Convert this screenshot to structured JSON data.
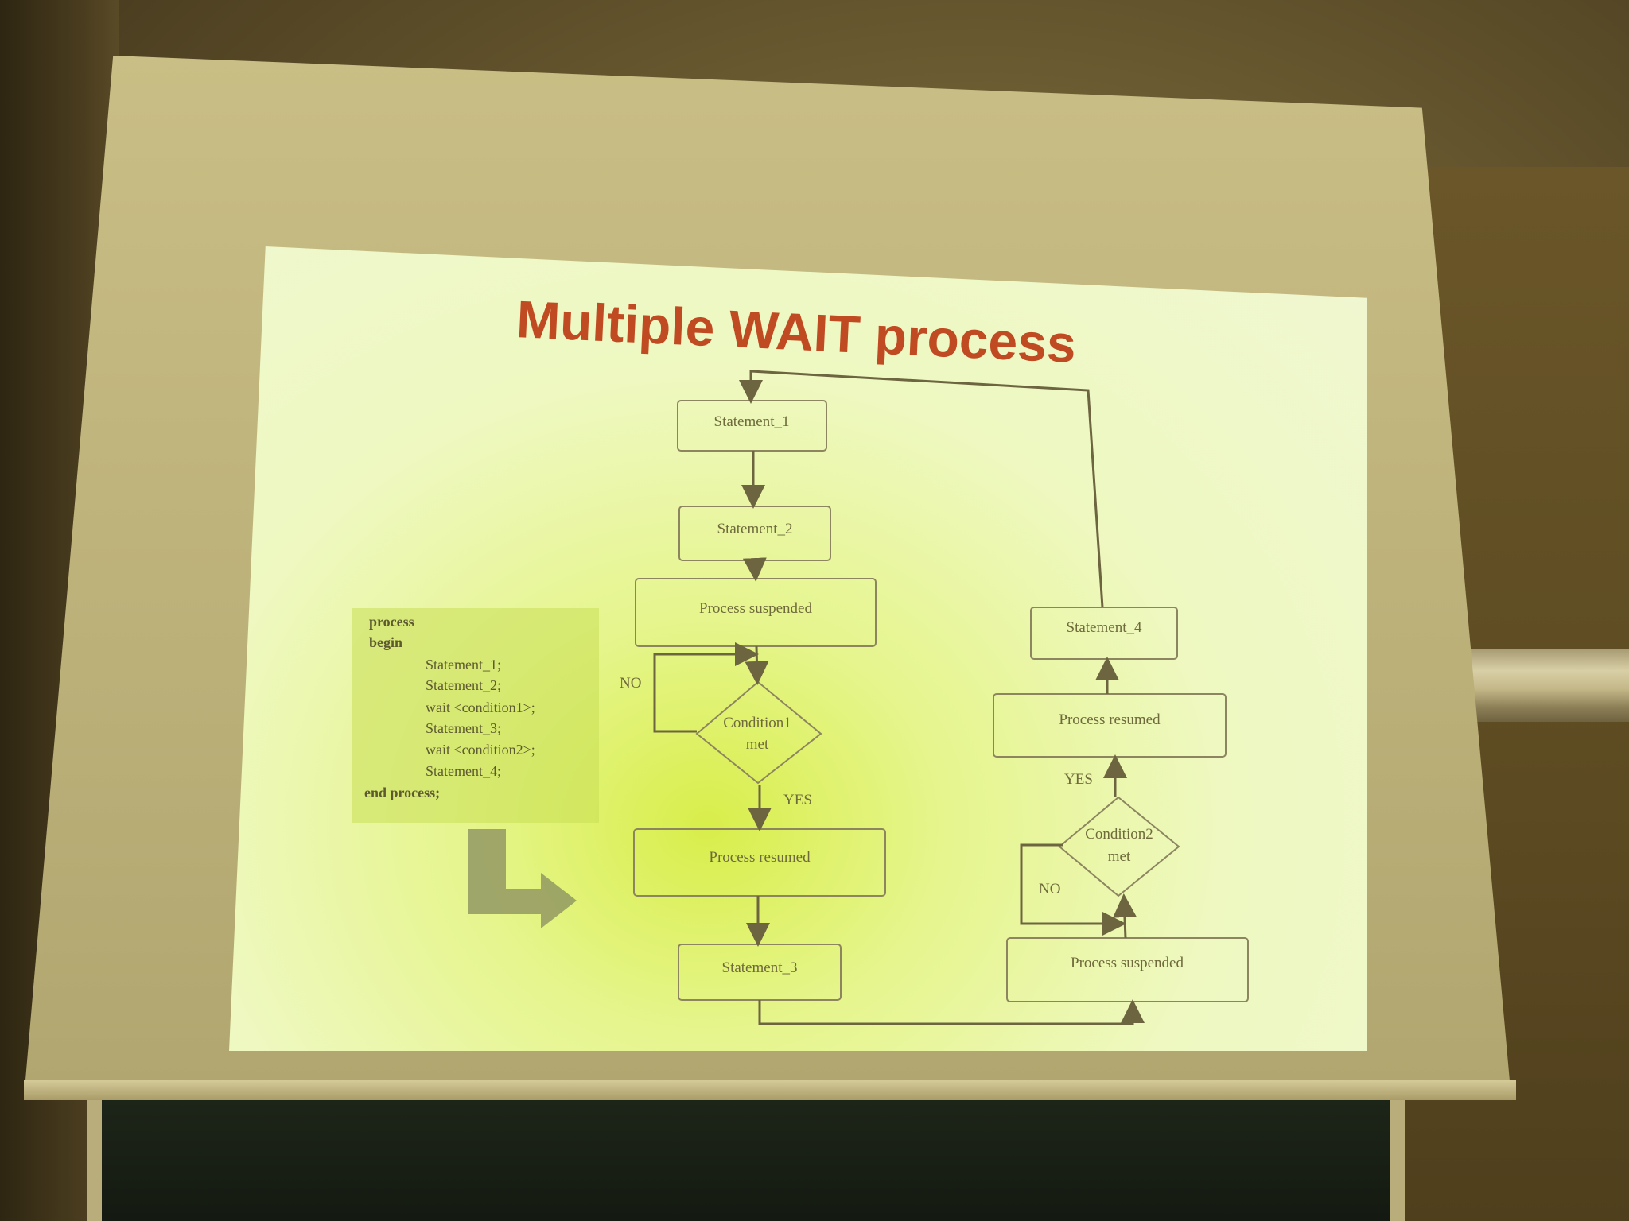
{
  "slide": {
    "title": "Multiple WAIT process",
    "code_lines": [
      "process",
      "begin",
      "Statement_1;",
      "Statement_2;",
      "wait <condition1>;",
      "Statement_3;",
      "wait <condition2>;",
      "Statement_4;",
      "end process;"
    ],
    "nodes": {
      "statement_1": "Statement_1",
      "statement_2": "Statement_2",
      "suspended_1": "Process suspended",
      "condition_1_line1": "Condition1",
      "condition_1_line2": "met",
      "resumed_1": "Process resumed",
      "statement_3": "Statement_3",
      "suspended_2": "Process suspended",
      "condition_2_line1": "Condition2",
      "condition_2_line2": "met",
      "resumed_2": "Process resumed",
      "statement_4": "Statement_4"
    },
    "edge_labels": {
      "no_1": "NO",
      "yes_1": "YES",
      "no_2": "NO",
      "yes_2": "YES"
    }
  }
}
